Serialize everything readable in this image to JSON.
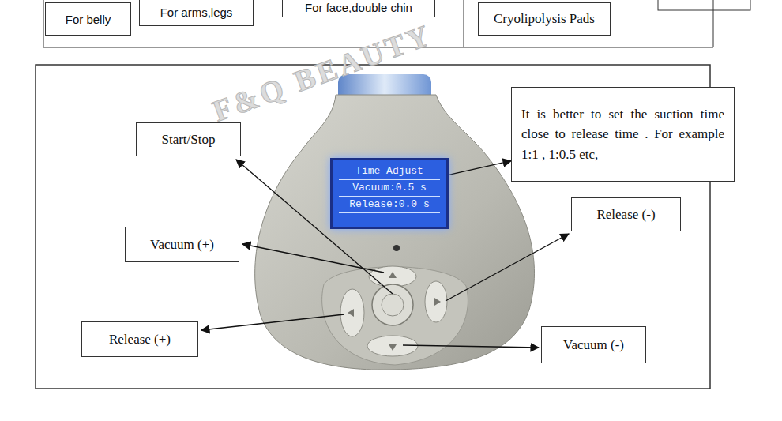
{
  "diagram": {
    "nodes": [
      {
        "text": [
          "For belly"
        ]
      },
      {
        "text": [
          "For arms,legs"
        ]
      },
      {
        "text": [
          "For face,double chin"
        ]
      },
      {
        "text": [
          "Cryolipolysis Pads"
        ]
      },
      {
        "text": [
          "It is better to set the suction time close to release time . For example 1:1 , 1:0.5 etc,"
        ]
      },
      {
        "text": [
          "Start/Stop"
        ]
      },
      {
        "text": [
          "Time Adjust",
          "Vacuum:0.5 s",
          "Release:0.0 s"
        ]
      },
      {
        "text": [
          "Release (-)"
        ]
      },
      {
        "text": [
          "Vacuum (+)"
        ]
      },
      {
        "text": [
          "Release (+)"
        ]
      },
      {
        "text": [
          "Vacuum (-)"
        ]
      }
    ],
    "edges": [
      {
        "from": 6,
        "to": 4,
        "arrow": "to"
      }
    ],
    "labels": [
      "F&Q BEAUTY"
    ]
  }
}
